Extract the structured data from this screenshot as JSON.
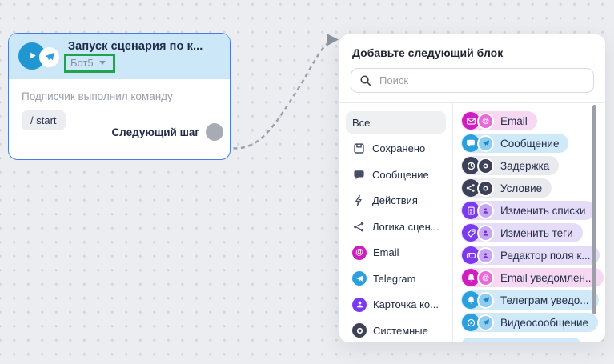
{
  "node": {
    "title": "Запуск сценария по к...",
    "bot_label": "Бот5",
    "trigger_hint": "Подписчик выполнил команду",
    "command_chip": "/ start",
    "next_step_label": "Следующий шаг"
  },
  "popup": {
    "title": "Добавьте следующий блок",
    "search_placeholder": "Поиск",
    "categories": [
      {
        "label": "Все",
        "selected": true
      },
      {
        "label": "Сохранено"
      },
      {
        "label": "Сообщение"
      },
      {
        "label": "Действия"
      },
      {
        "label": "Логика сцен..."
      },
      {
        "label": "Email"
      },
      {
        "label": "Telegram"
      },
      {
        "label": "Карточка ко..."
      },
      {
        "label": "Системные"
      }
    ],
    "blocks": [
      {
        "label": "Email",
        "category": "email"
      },
      {
        "label": "Сообщение",
        "category": "telegram"
      },
      {
        "label": "Задержка",
        "category": "system"
      },
      {
        "label": "Условие",
        "category": "system"
      },
      {
        "label": "Изменить списки",
        "category": "contact"
      },
      {
        "label": "Изменить теги",
        "category": "contact"
      },
      {
        "label": "Редактор поля к...",
        "category": "contact"
      },
      {
        "label": "Email уведомлен...",
        "category": "email"
      },
      {
        "label": "Телеграм уведо...",
        "category": "telegram"
      },
      {
        "label": "Видеосообщение",
        "category": "telegram"
      }
    ]
  },
  "colors": {
    "accent_blue": "#2ba0dc",
    "magenta": "#cd1ec0",
    "purple": "#7c3aed",
    "navy": "#3d4157",
    "node_border": "#4b7cd9",
    "highlight_green": "#23a24d"
  }
}
